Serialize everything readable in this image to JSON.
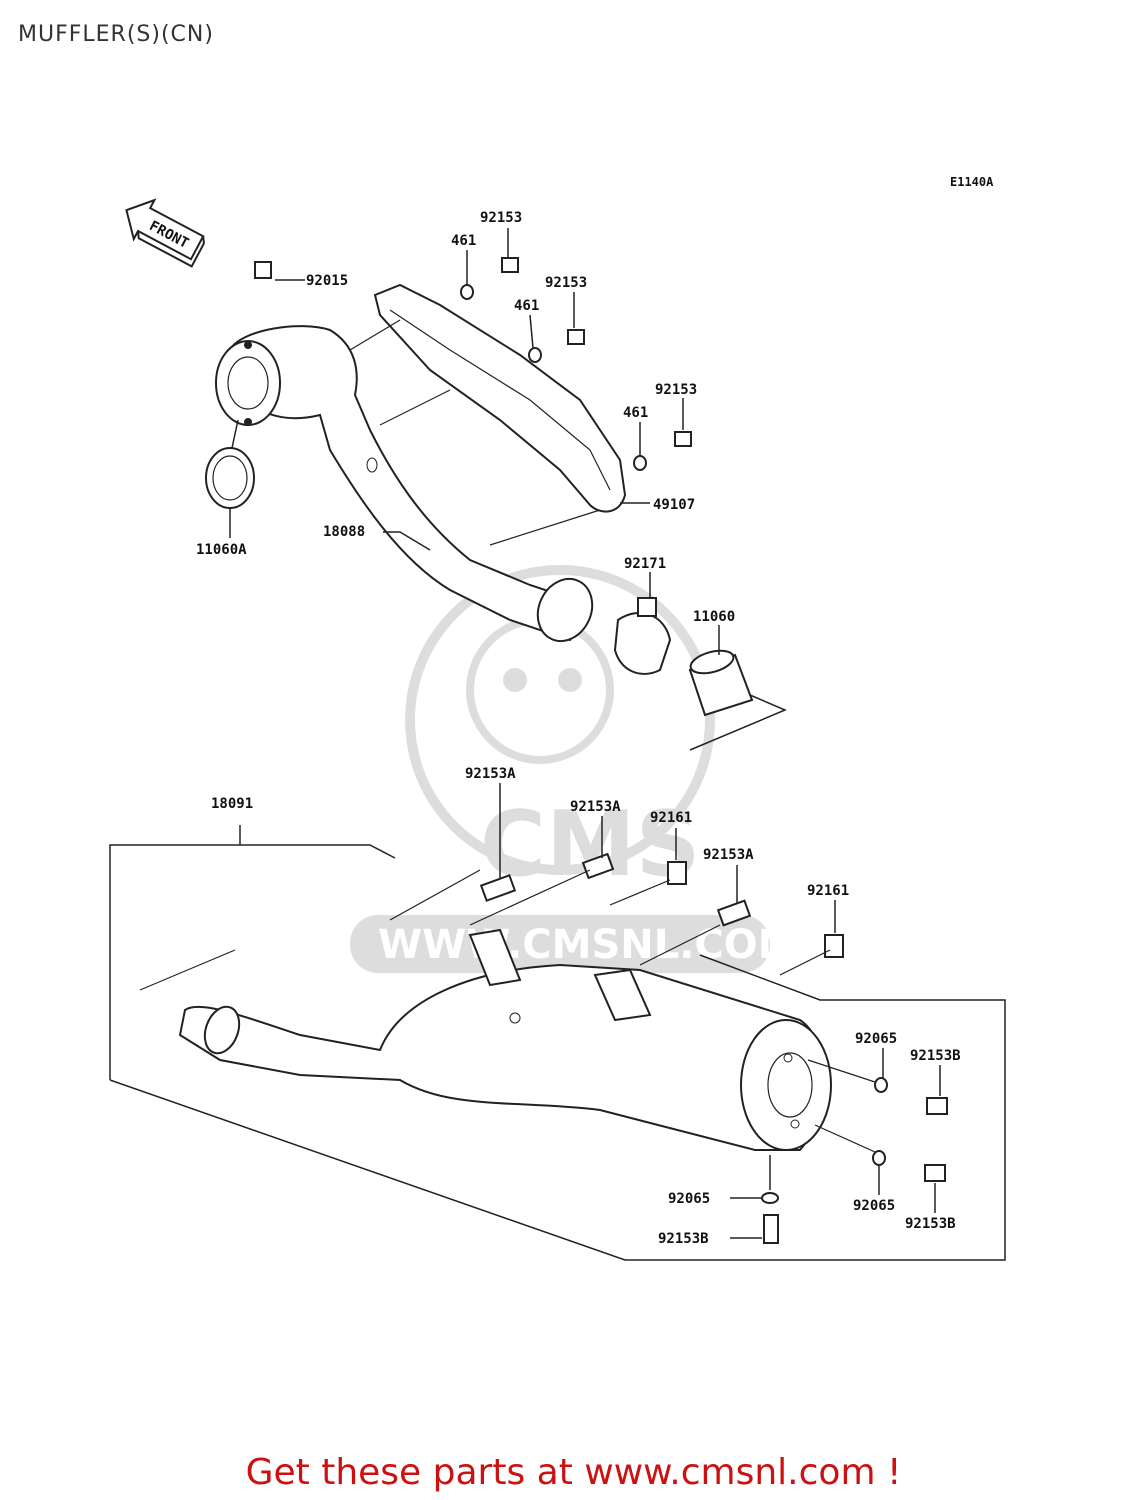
{
  "header": {
    "title": "MUFFLER(S)(CN)"
  },
  "diagram": {
    "code": "E1140A",
    "front_label": "FRONT",
    "watermark_text": "WWW.CMSNL.COM",
    "watermark_logo": "CMS",
    "callouts": {
      "c92153_a": "92153",
      "c461_a": "461",
      "c92153_b": "92153",
      "c461_b": "461",
      "c92015": "92015",
      "c92153_c": "92153",
      "c461_c": "461",
      "c49107": "49107",
      "c11060A": "11060A",
      "c18088": "18088",
      "c92171": "92171",
      "c11060": "11060",
      "c92153A_a": "92153A",
      "c18091": "18091",
      "c92153A_b": "92153A",
      "c92161_a": "92161",
      "c92153A_c": "92153A",
      "c92161_b": "92161",
      "c92065_a": "92065",
      "c92153B_a": "92153B",
      "c92065_b": "92065",
      "c92153B_b": "92153B",
      "c92065_c": "92065",
      "c92153B_c": "92153B"
    }
  },
  "footer": {
    "text": "Get these parts at www.cmsnl.com !"
  }
}
